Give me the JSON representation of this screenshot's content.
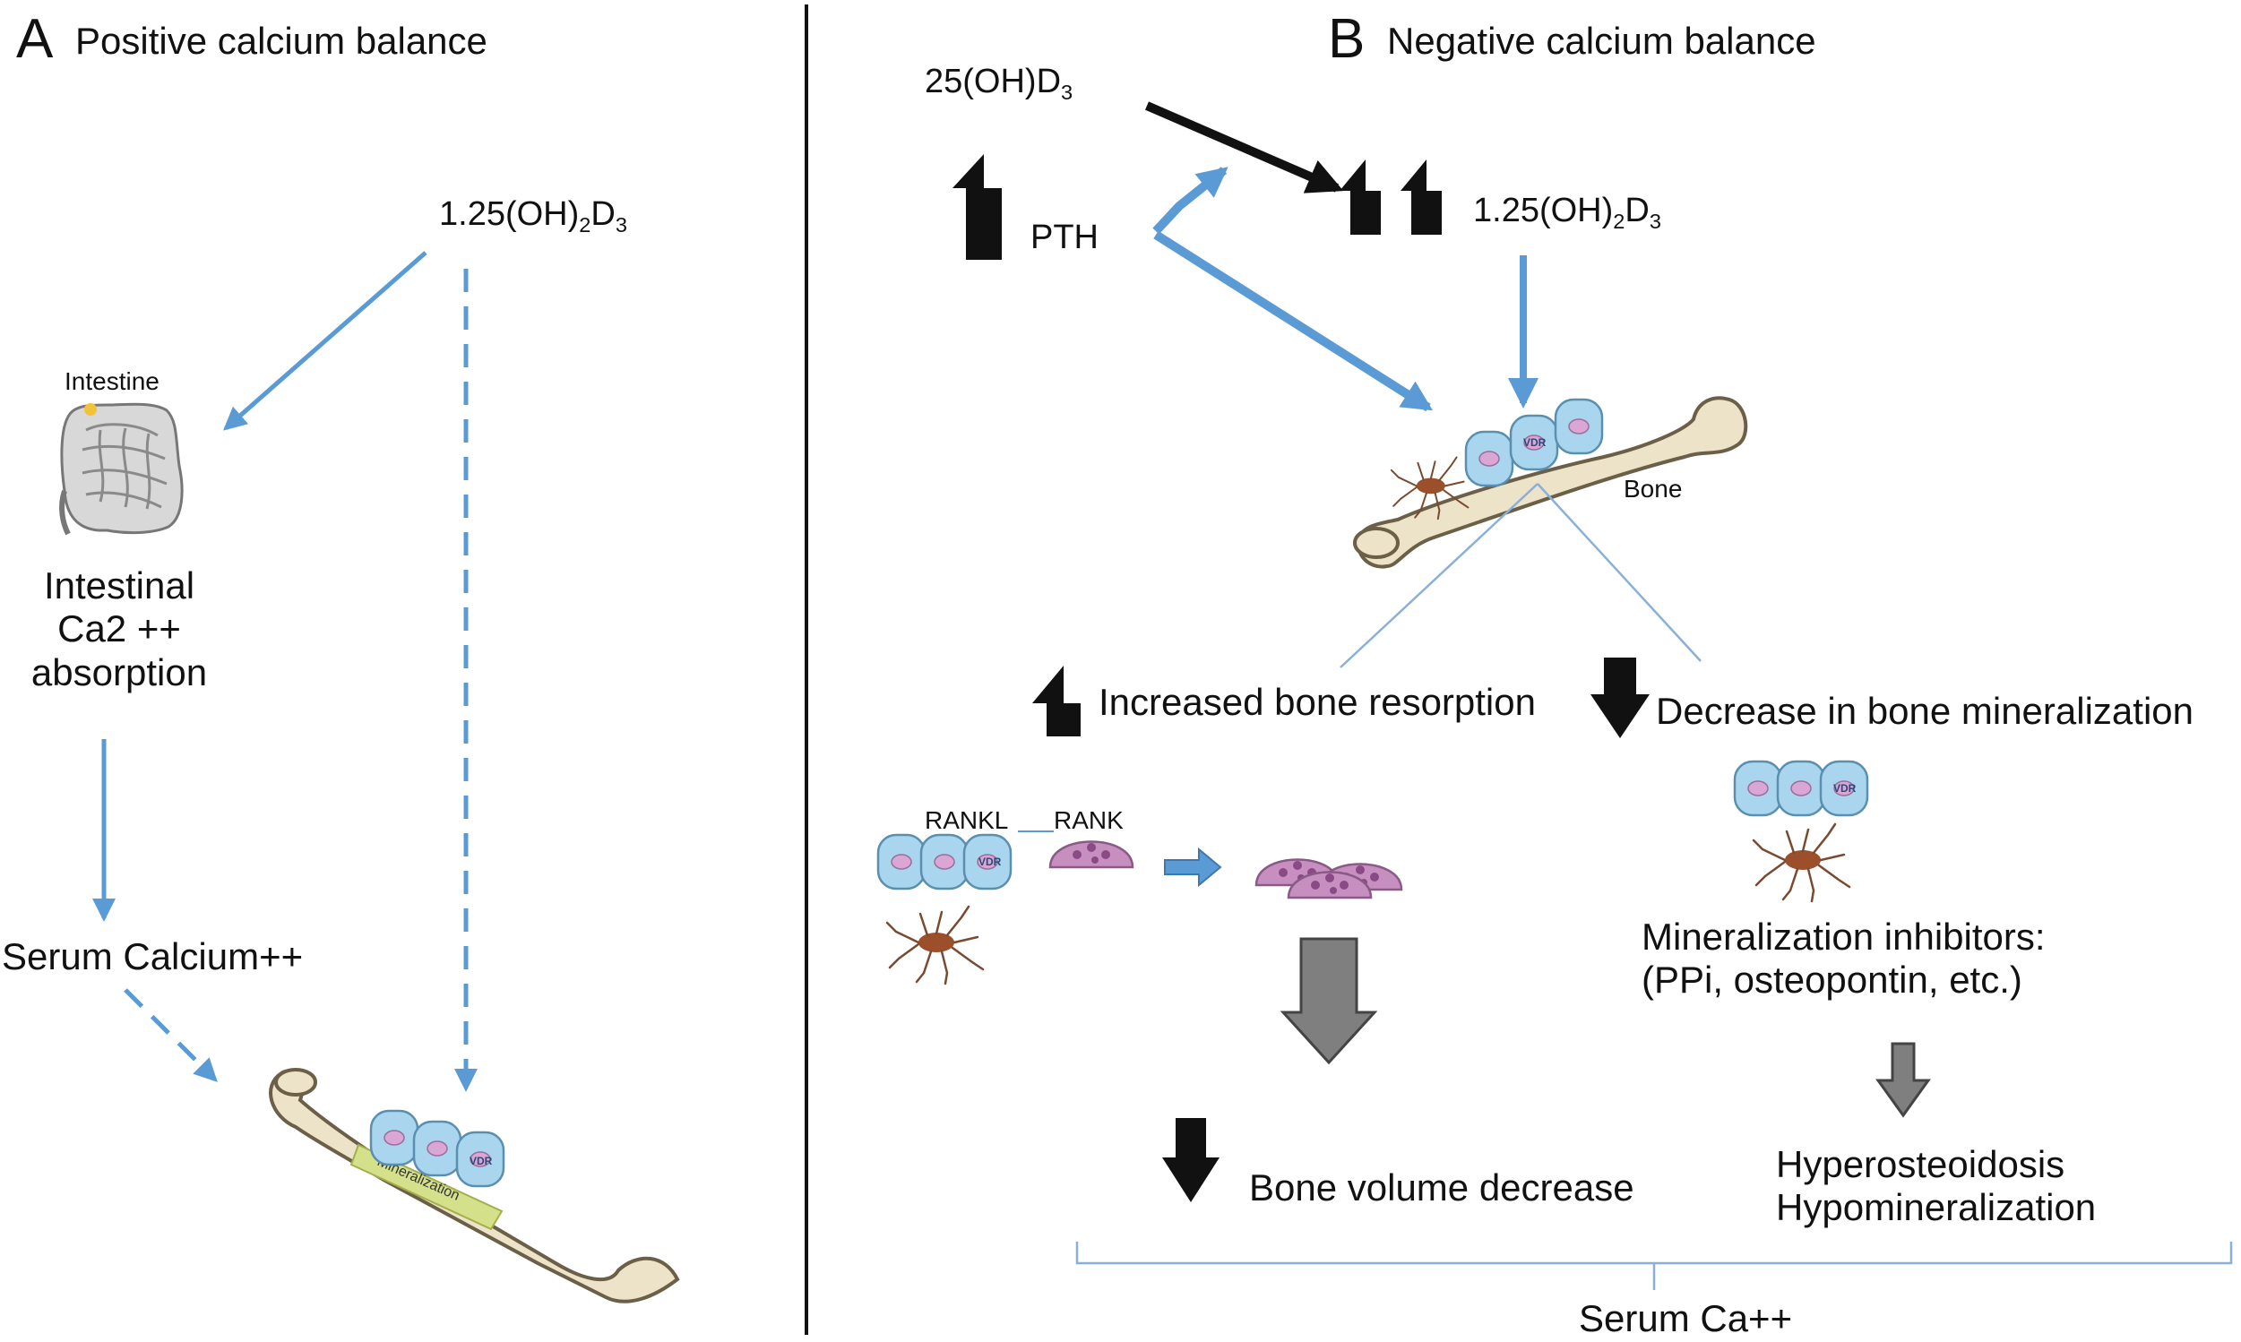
{
  "panel_a": {
    "letter": "A",
    "title": "Positive calcium balance",
    "vitd_main": "1.25(OH)",
    "vitd_sub1": "2",
    "vitd_mid": "D",
    "vitd_sub2": "3",
    "intestine_label": "Intestine",
    "absorption_line1": "Intestinal",
    "absorption_line2": "Ca2 ++",
    "absorption_line3": "absorption",
    "serum_label": "Serum Calcium++",
    "mineralization_label": "Mineralization",
    "vdr_label": "VDR"
  },
  "panel_b": {
    "letter": "B",
    "title": "Negative calcium balance",
    "precursor_main": "25(OH)D",
    "precursor_sub": "3",
    "pth_label": "PTH",
    "vitd_main": "1.25(OH)",
    "vitd_sub1": "2",
    "vitd_mid": "D",
    "vitd_sub2": "3",
    "bone_label": "Bone",
    "resorption_label": "Increased bone resorption",
    "mineralization_decrease_label": "Decrease in bone mineralization",
    "rankl_label": "RANKL",
    "rank_label": "RANK",
    "inhibitors_line1": "Mineralization inhibitors:",
    "inhibitors_line2": "(PPi, osteopontin, etc.)",
    "volume_label": "Bone volume decrease",
    "hyper_line1": "Hyperosteoidosis",
    "hyper_line2": "Hypomineralization",
    "serum_label": "Serum Ca++",
    "vdr_label": "VDR"
  },
  "colors": {
    "blue_arrow": "#5b9bd5",
    "black_arrow": "#111111",
    "gray_arrow": "#7f7f7f",
    "cell_fill": "#a9d6ee",
    "osteoclast_fill": "#c78fc0",
    "mineralization_band": "#d4e08a",
    "bone_fill": "#ece3c9"
  },
  "icons": {
    "intestine": "intestine-icon",
    "bone": "femur-bone-icon",
    "osteoblast": "osteoblast-cell-icon",
    "osteocyte": "osteocyte-icon",
    "osteoclast": "osteoclast-icon"
  }
}
